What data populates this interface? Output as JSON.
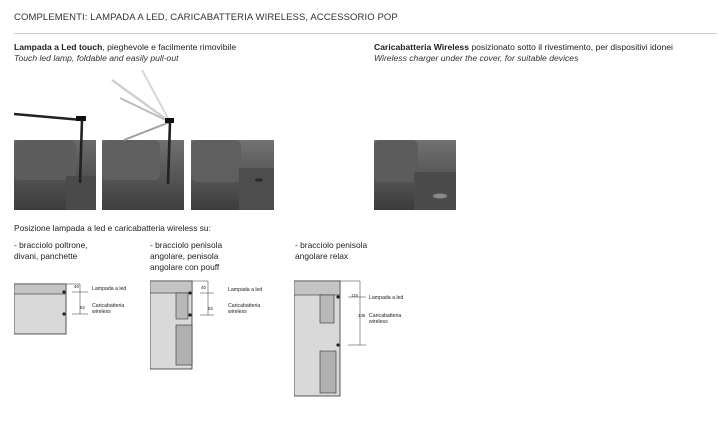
{
  "header": {
    "title": "COMPLEMENTI: LAMPADA A LED, CARICABATTERIA WIRELESS, ACCESSORIO POP"
  },
  "lamp": {
    "title_bold": "Lampada a Led touch",
    "title_rest": ", pieghevole e facilmente rimovibile",
    "subtitle": "Touch led lamp, foldable and easily pull-out"
  },
  "charger": {
    "title_bold": "Caricabatteria Wireless",
    "title_rest": " posizionato sotto il rivestimento, per dispositivi idonei",
    "subtitle": "Wireless charger under the cover, for suitable devices"
  },
  "positions": {
    "heading": "Posizione lampada a led e caricabatteria wireless su:",
    "col1": {
      "line1": "- bracciolo poltrone,",
      "line2": "divani, panchette"
    },
    "col2": {
      "line1": "- bracciolo penisola",
      "line2": "angolare, penisola",
      "line3": "angolare con pouff"
    },
    "col3": {
      "line1": "- bracciolo penisola",
      "line2": "angolare relax"
    }
  },
  "diagrams": {
    "lamp_label": "Lampada a led",
    "charger_label_1": "Caricabatteria",
    "charger_label_2": "wireless",
    "d1": {
      "dim_lamp": "40",
      "dim_charger": "82"
    },
    "d2": {
      "dim_lamp": "40",
      "dim_charger": "82"
    },
    "d3": {
      "dim_lamp": "115",
      "dim_charger": "135"
    }
  }
}
